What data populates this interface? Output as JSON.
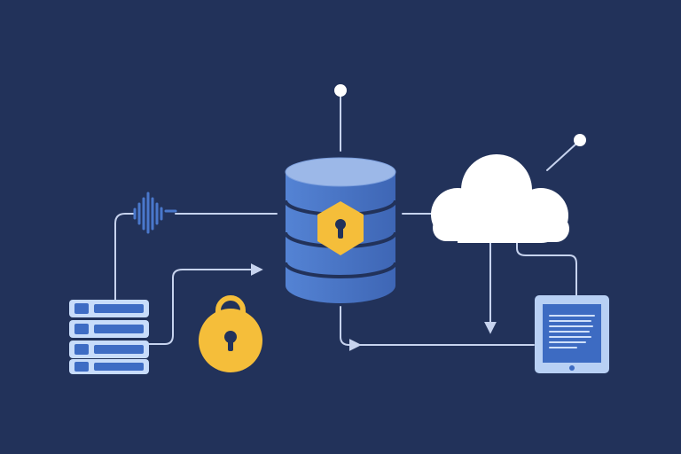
{
  "diagram": {
    "nodes": [
      {
        "id": "database",
        "icon": "database-icon"
      },
      {
        "id": "shield-lock",
        "icon": "shield-lock-icon"
      },
      {
        "id": "cloud",
        "icon": "cloud-icon"
      },
      {
        "id": "server-rack",
        "icon": "server-rack-icon"
      },
      {
        "id": "padlock",
        "icon": "padlock-icon"
      },
      {
        "id": "tablet",
        "icon": "tablet-icon"
      },
      {
        "id": "audio-wave",
        "icon": "audio-wave-icon"
      }
    ],
    "edges": [
      {
        "from": "server-rack",
        "to": "audio-wave"
      },
      {
        "from": "audio-wave",
        "to": "database"
      },
      {
        "from": "server-rack",
        "to": "database"
      },
      {
        "from": "database",
        "to": "cloud"
      },
      {
        "from": "database",
        "to": "tablet"
      },
      {
        "from": "cloud",
        "to": "tablet"
      }
    ]
  },
  "colors": {
    "background": "#22325a",
    "line": "#c7d3ee",
    "accent_lock": "#f5be3a",
    "database_body": "#4a74c2",
    "database_top": "#9cb8e8",
    "cloud": "#ffffff",
    "server": "#c8dcfa",
    "server_slot": "#3e6cc4",
    "tablet_frame": "#b8d0f4",
    "tablet_screen": "#3d6bc2"
  }
}
